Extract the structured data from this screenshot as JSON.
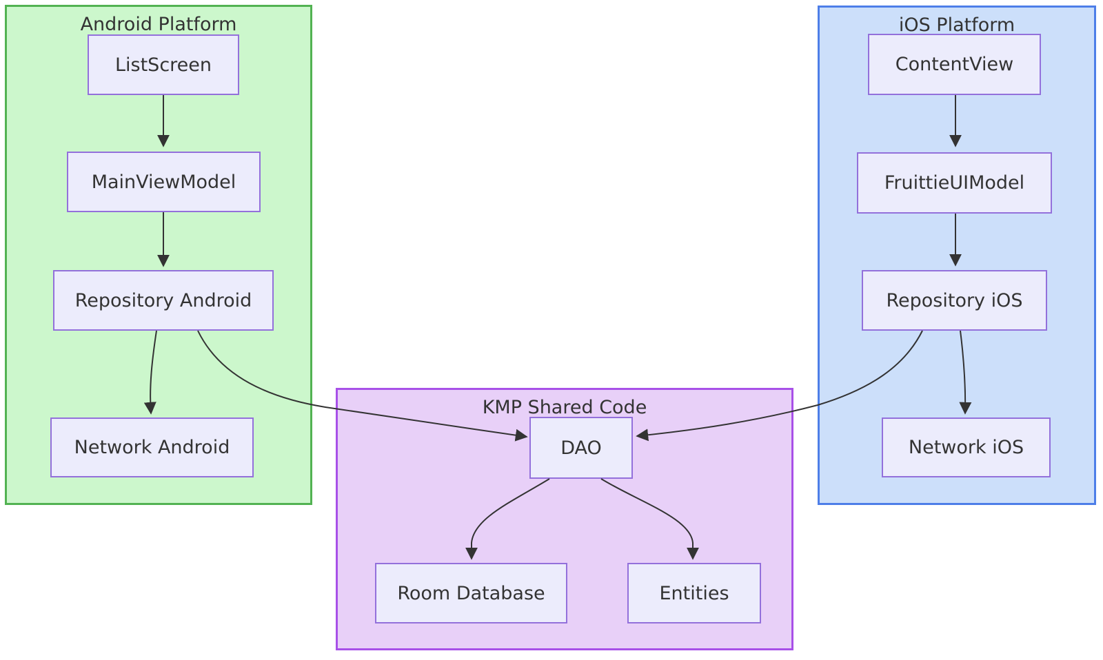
{
  "diagram": {
    "type": "flowchart",
    "groups": [
      {
        "id": "android-platform",
        "title": "Android Platform"
      },
      {
        "id": "ios-platform",
        "title": "iOS Platform"
      },
      {
        "id": "kmp-shared-code",
        "title": "KMP Shared Code"
      }
    ],
    "nodes": {
      "listScreen": {
        "label": "ListScreen",
        "group": "Android Platform"
      },
      "mainViewModel": {
        "label": "MainViewModel",
        "group": "Android Platform"
      },
      "repositoryAndroid": {
        "label": "Repository Android",
        "group": "Android Platform"
      },
      "networkAndroid": {
        "label": "Network Android",
        "group": "Android Platform"
      },
      "contentView": {
        "label": "ContentView",
        "group": "iOS Platform"
      },
      "fruittieUIModel": {
        "label": "FruittieUIModel",
        "group": "iOS Platform"
      },
      "repositoryIOS": {
        "label": "Repository iOS",
        "group": "iOS Platform"
      },
      "networkIOS": {
        "label": "Network iOS",
        "group": "iOS Platform"
      },
      "dao": {
        "label": "DAO",
        "group": "KMP Shared Code"
      },
      "roomDatabase": {
        "label": "Room Database",
        "group": "KMP Shared Code"
      },
      "entities": {
        "label": "Entities",
        "group": "KMP Shared Code"
      }
    },
    "edges": [
      {
        "from": "ListScreen",
        "to": "MainViewModel"
      },
      {
        "from": "MainViewModel",
        "to": "Repository Android"
      },
      {
        "from": "Repository Android",
        "to": "Network Android"
      },
      {
        "from": "Repository Android",
        "to": "DAO"
      },
      {
        "from": "ContentView",
        "to": "FruittieUIModel"
      },
      {
        "from": "FruittieUIModel",
        "to": "Repository iOS"
      },
      {
        "from": "Repository iOS",
        "to": "Network iOS"
      },
      {
        "from": "Repository iOS",
        "to": "DAO"
      },
      {
        "from": "DAO",
        "to": "Room Database"
      },
      {
        "from": "DAO",
        "to": "Entities"
      }
    ],
    "colors": {
      "android_fill": "#ccf7cc",
      "android_border": "#52b252",
      "ios_fill": "#ccdffa",
      "ios_border": "#4d7ee8",
      "kmp_fill": "#e8d0f8",
      "kmp_border": "#a850e8",
      "node_fill": "#ececfc",
      "node_border": "#9370db",
      "edge": "#333333",
      "text": "#333333"
    }
  }
}
